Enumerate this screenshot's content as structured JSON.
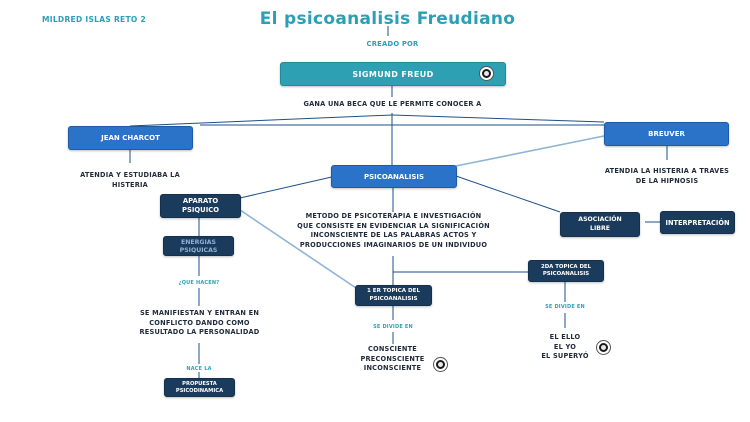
{
  "author": "MILDRED ISLAS RETO 2",
  "title": "El psicoanalisis Freudiano",
  "creado_por": "CREADO POR",
  "sigmund": "SIGMUND FREUD",
  "gana_beca": "GANA UNA BECA QUE LE PERMITE CONOCER A",
  "charcot": "JEAN CHARCOT",
  "charcot_desc": "ATENDIA Y ESTUDIABA LA HISTERIA",
  "breuver": "BREUVER",
  "breuver_desc": "ATENDIA LA HISTERIA A TRAVES DE LA HIPNOSIS",
  "psicoanalisis": "PSICOANALISIS",
  "aparato": "APARATO PSIQUICO",
  "energias": "ENERGIAS PSIQUICAS",
  "que_hacen": "¿QUE HACEN?",
  "manifiestan": "SE MANIFIESTAN Y ENTRAN EN CONFLICTO DANDO COMO RESULTADO LA PERSONALIDAD",
  "nace_la": "NACE LA",
  "propuesta": "PROPUESTA PSICODINAMICA",
  "metodo": "METODO DE PSICOTERAPIA E INVESTIGACIÓN QUE CONSISTE EN EVIDENCIAR LA SIGNIFICACIÓN INCONSCIENTE DE LAS PALABRAS ACTOS Y PRODUCCIONES IMAGINARIOS DE UN INDIVIDUO",
  "asociacion": "ASOCIACIÓN LIBRE",
  "interpretacion": "INTERPRETACIÓN",
  "topica1": "1 ER TOPICA DEL PSICOANALISIS",
  "se_divide_1": "SE DIVIDE EN",
  "topica1_parts": [
    "CONSCIENTE",
    "PRECONSCIENTE",
    "INCONSCIENTE"
  ],
  "topica2": "2DA TOPICA DEL PSICOANALISIS",
  "se_divide_2": "SE DIVIDE EN",
  "topica2_parts": [
    "EL ELLO",
    "EL YO",
    "EL SUPERYÓ"
  ],
  "colors": {
    "title": "#2a9fb5",
    "teal": "#2ea0b3",
    "blue": "#2b73c9",
    "navy": "#1b3b5c"
  }
}
